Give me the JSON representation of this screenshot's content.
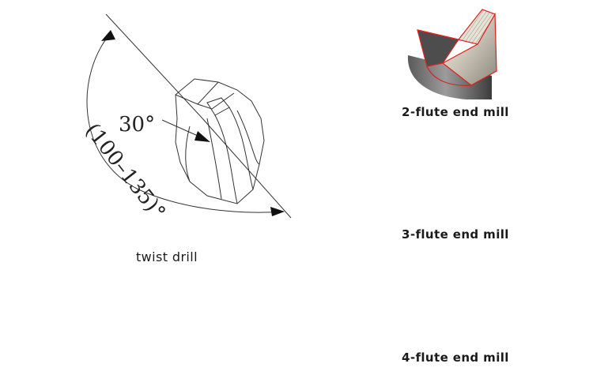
{
  "twist_drill": {
    "caption": "twist drill",
    "point_angle_label": "30°",
    "included_angle_label": "(100–135)°"
  },
  "end_mills": [
    {
      "caption": "2-flute end mill",
      "flutes": 2
    },
    {
      "caption": "3-flute end mill",
      "flutes": 3
    },
    {
      "caption": "4-flute end mill",
      "flutes": 4
    }
  ],
  "colors": {
    "edge_highlight": "#e0201c",
    "line": "#333333",
    "steel_dark": "#4a4a4a",
    "steel_light": "#d9d6cc"
  }
}
